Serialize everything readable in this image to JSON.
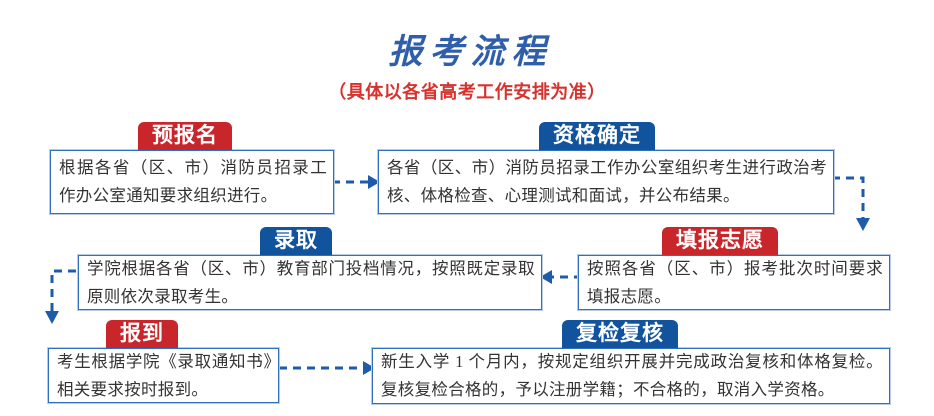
{
  "header": {
    "title": "报考流程",
    "subtitle": "（具体以各省高考工作安排为准）",
    "title_color": "#2f5fab",
    "subtitle_color": "#d6332f"
  },
  "theme": {
    "badge_red": "#c9262c",
    "badge_blue": "#11539d",
    "box_border": "#2f6fbe",
    "box_border_outer": "#b7cce6",
    "connector_color": "#1e5bab",
    "body_text": "#333333",
    "background": "#ffffff"
  },
  "flow": {
    "nodes": [
      {
        "id": "pre-register",
        "badge": "预报名",
        "badge_style": "red",
        "text": "根据各省（区、市）消防员招录工作办公室通知要求组织进行。"
      },
      {
        "id": "qualification",
        "badge": "资格确定",
        "badge_style": "blue",
        "text": "各省（区、市）消防员招录工作办公室组织考生进行政治考核、体格检查、心理测试和面试，并公布结果。"
      },
      {
        "id": "admission",
        "badge": "录取",
        "badge_style": "blue",
        "text": "学院根据各省（区、市）教育部门投档情况，按照既定录取原则依次录取考生。"
      },
      {
        "id": "fill-application",
        "badge": "填报志愿",
        "badge_style": "red",
        "text": "按照各省（区、市）报考批次时间要求填报志愿。"
      },
      {
        "id": "report-in",
        "badge": "报到",
        "badge_style": "red",
        "text": "考生根据学院《录取通知书》相关要求按时报到。"
      },
      {
        "id": "reexamination",
        "badge": "复检复核",
        "badge_style": "blue",
        "text": "新生入学 1 个月内，按规定组织开展并完成政治复核和体格复检。复核复检合格的，予以注册学籍；不合格的，取消入学资格。"
      }
    ],
    "connectors": [
      {
        "id": "pre-register-to-qualification",
        "from": "pre-register",
        "to": "qualification",
        "direction": "right"
      },
      {
        "id": "qualification-to-fill-application",
        "from": "qualification",
        "to": "fill-application",
        "direction": "right-down"
      },
      {
        "id": "fill-application-to-admission",
        "from": "fill-application",
        "to": "admission",
        "direction": "left"
      },
      {
        "id": "admission-to-report-in",
        "from": "admission",
        "to": "report-in",
        "direction": "left-down"
      },
      {
        "id": "report-in-to-reexamination",
        "from": "report-in",
        "to": "reexamination",
        "direction": "right"
      }
    ]
  }
}
